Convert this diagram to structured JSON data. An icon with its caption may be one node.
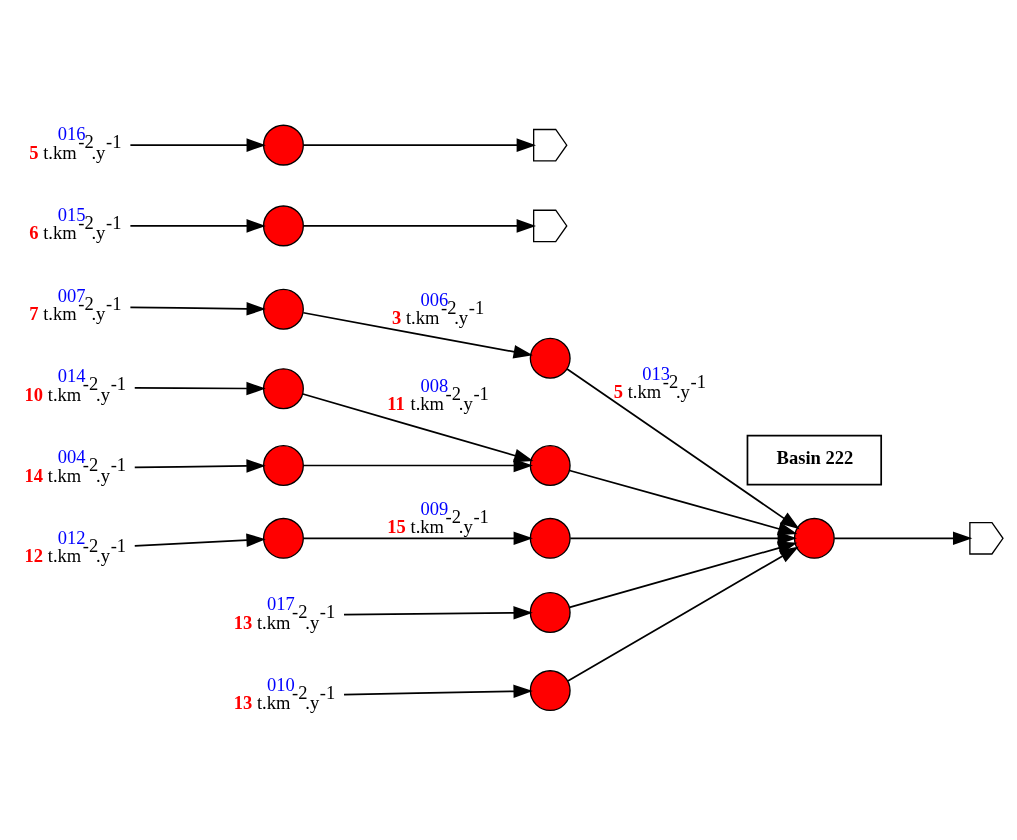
{
  "diagram": {
    "nodes": [
      {
        "text": [
          "007",
          "**7** t.km$^{-2}$.y$^{-1}$"
        ]
      },
      {
        "text": [],
        "shape": "circle"
      },
      {
        "text": [],
        "shape": "circle"
      },
      {
        "text": [
          "014",
          "**10** t.km$^{-2}$.y$^{-1}$"
        ]
      },
      {
        "text": [],
        "shape": "circle"
      },
      {
        "text": [
          "004",
          "**14** t.km$^{-2}$.y$^{-1}$"
        ]
      },
      {
        "text": [],
        "shape": "circle"
      },
      {
        "text": [],
        "shape": "circle"
      },
      {
        "text": [
          "012",
          "**12** t.km$^{-2}$.y$^{-1}$"
        ]
      },
      {
        "text": [],
        "shape": "circle"
      },
      {
        "text": [],
        "shape": "circle"
      },
      {
        "text": [
          "017",
          "**13** t.km$^{-2}$.y$^{-1}$"
        ]
      },
      {
        "text": [],
        "shape": "circle"
      },
      {
        "text": [
          "010",
          "**13** t.km$^{-2}$.y$^{-1}$"
        ]
      },
      {
        "text": [],
        "shape": "circle"
      },
      {
        "text": [],
        "shape": "circle"
      },
      {
        "text": [],
        "shape": "wave"
      },
      {
        "text": [
          "Basin 222"
        ]
      },
      {
        "text": [
          "015",
          "**6** t.km$^{-2}$.y$^{-1}$"
        ]
      },
      {
        "text": [],
        "shape": "circle"
      },
      {
        "text": [],
        "shape": "wave"
      },
      {
        "text": [
          "016",
          "**5** t.km$^{-2}$.y$^{-1}$"
        ]
      },
      {
        "text": [],
        "shape": "circle"
      },
      {
        "text": [],
        "shape": "wave"
      }
    ],
    "edges": [
      {
        "from": 0,
        "to": 1,
        "arrow": "to"
      },
      {
        "from": 1,
        "to": 2,
        "arrow": "to",
        "label": "006 **3** t.km$^{-2}$.y$^{-1}$"
      },
      {
        "from": 2,
        "to": 15,
        "arrow": "to",
        "label": "013 **5** t.km$^{-2}$.y$^{-1}$"
      },
      {
        "from": 3,
        "to": 4,
        "arrow": "to"
      },
      {
        "from": 5,
        "to": 6,
        "arrow": "to"
      },
      {
        "from": 4,
        "to": 7,
        "arrow": "to",
        "label": "008 **11** t.km$^{-2}$.y$^{-1}$"
      },
      {
        "from": 6,
        "to": 7,
        "arrow": "to"
      },
      {
        "from": 7,
        "to": 15,
        "arrow": "to"
      },
      {
        "from": 8,
        "to": 9,
        "arrow": "to"
      },
      {
        "from": 9,
        "to": 10,
        "arrow": "to",
        "label": "009 **15** t.km$^{-2}$.y$^{-1}$"
      },
      {
        "from": 10,
        "to": 15,
        "arrow": "to"
      },
      {
        "from": 11,
        "to": 12,
        "arrow": "to"
      },
      {
        "from": 12,
        "to": 15,
        "arrow": "to"
      },
      {
        "from": 13,
        "to": 14,
        "arrow": "to"
      },
      {
        "from": 14,
        "to": 15,
        "arrow": "to"
      },
      {
        "from": 15,
        "to": 16,
        "arrow": "to"
      },
      {
        "from": 18,
        "to": 19,
        "arrow": "to"
      },
      {
        "from": 19,
        "to": 20,
        "arrow": "to"
      },
      {
        "from": 21,
        "to": 22,
        "arrow": "to"
      },
      {
        "from": 22,
        "to": 23,
        "arrow": "to"
      }
    ]
  }
}
